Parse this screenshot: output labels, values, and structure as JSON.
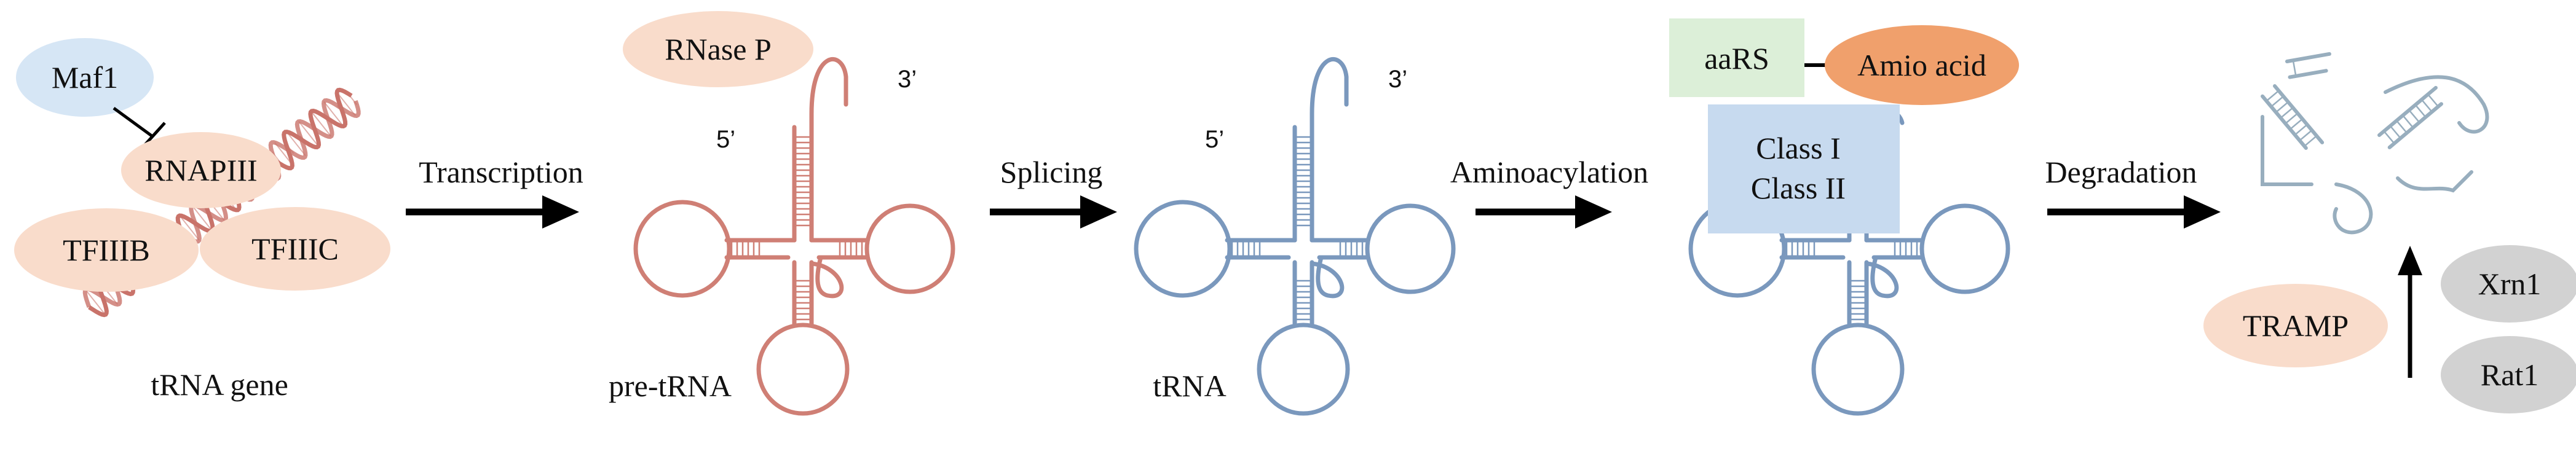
{
  "colors": {
    "maf1": "#d6e6f5",
    "factor": "#f9dccb",
    "dna": "#c9736a",
    "pre_trna": "#cf7f75",
    "trna": "#7a98bd",
    "charged_trna": "#7a98bd",
    "degraded_trna": "#98aebe",
    "aars": "#dcefd8",
    "amino_acid": "#f0a06c",
    "class_box": "#c7daef",
    "gray_factor": "#d2d2d2",
    "arrow": "#000000"
  },
  "gene": {
    "maf1": "Maf1",
    "rnapiii": "RNAPIII",
    "tfiiib": "TFIIIB",
    "tfiiic": "TFIIIC",
    "label": "tRNA gene"
  },
  "steps": {
    "transcription": "Transcription",
    "splicing": "Splicing",
    "aminoacylation": "Aminoacylation",
    "degradation": "Degradation"
  },
  "pre_trna": {
    "rnase_p": "RNase P",
    "five_prime": "5’",
    "three_prime": "3’",
    "label": "pre-tRNA"
  },
  "trna": {
    "five_prime": "5’",
    "three_prime": "3’",
    "label": "tRNA"
  },
  "charging": {
    "aars": "aaRS",
    "amino_acid": "Amio acid",
    "class_1": "Class I",
    "class_2": "Class II"
  },
  "decay": {
    "tramp": "TRAMP",
    "xrn1": "Xrn1",
    "rat1": "Rat1"
  }
}
